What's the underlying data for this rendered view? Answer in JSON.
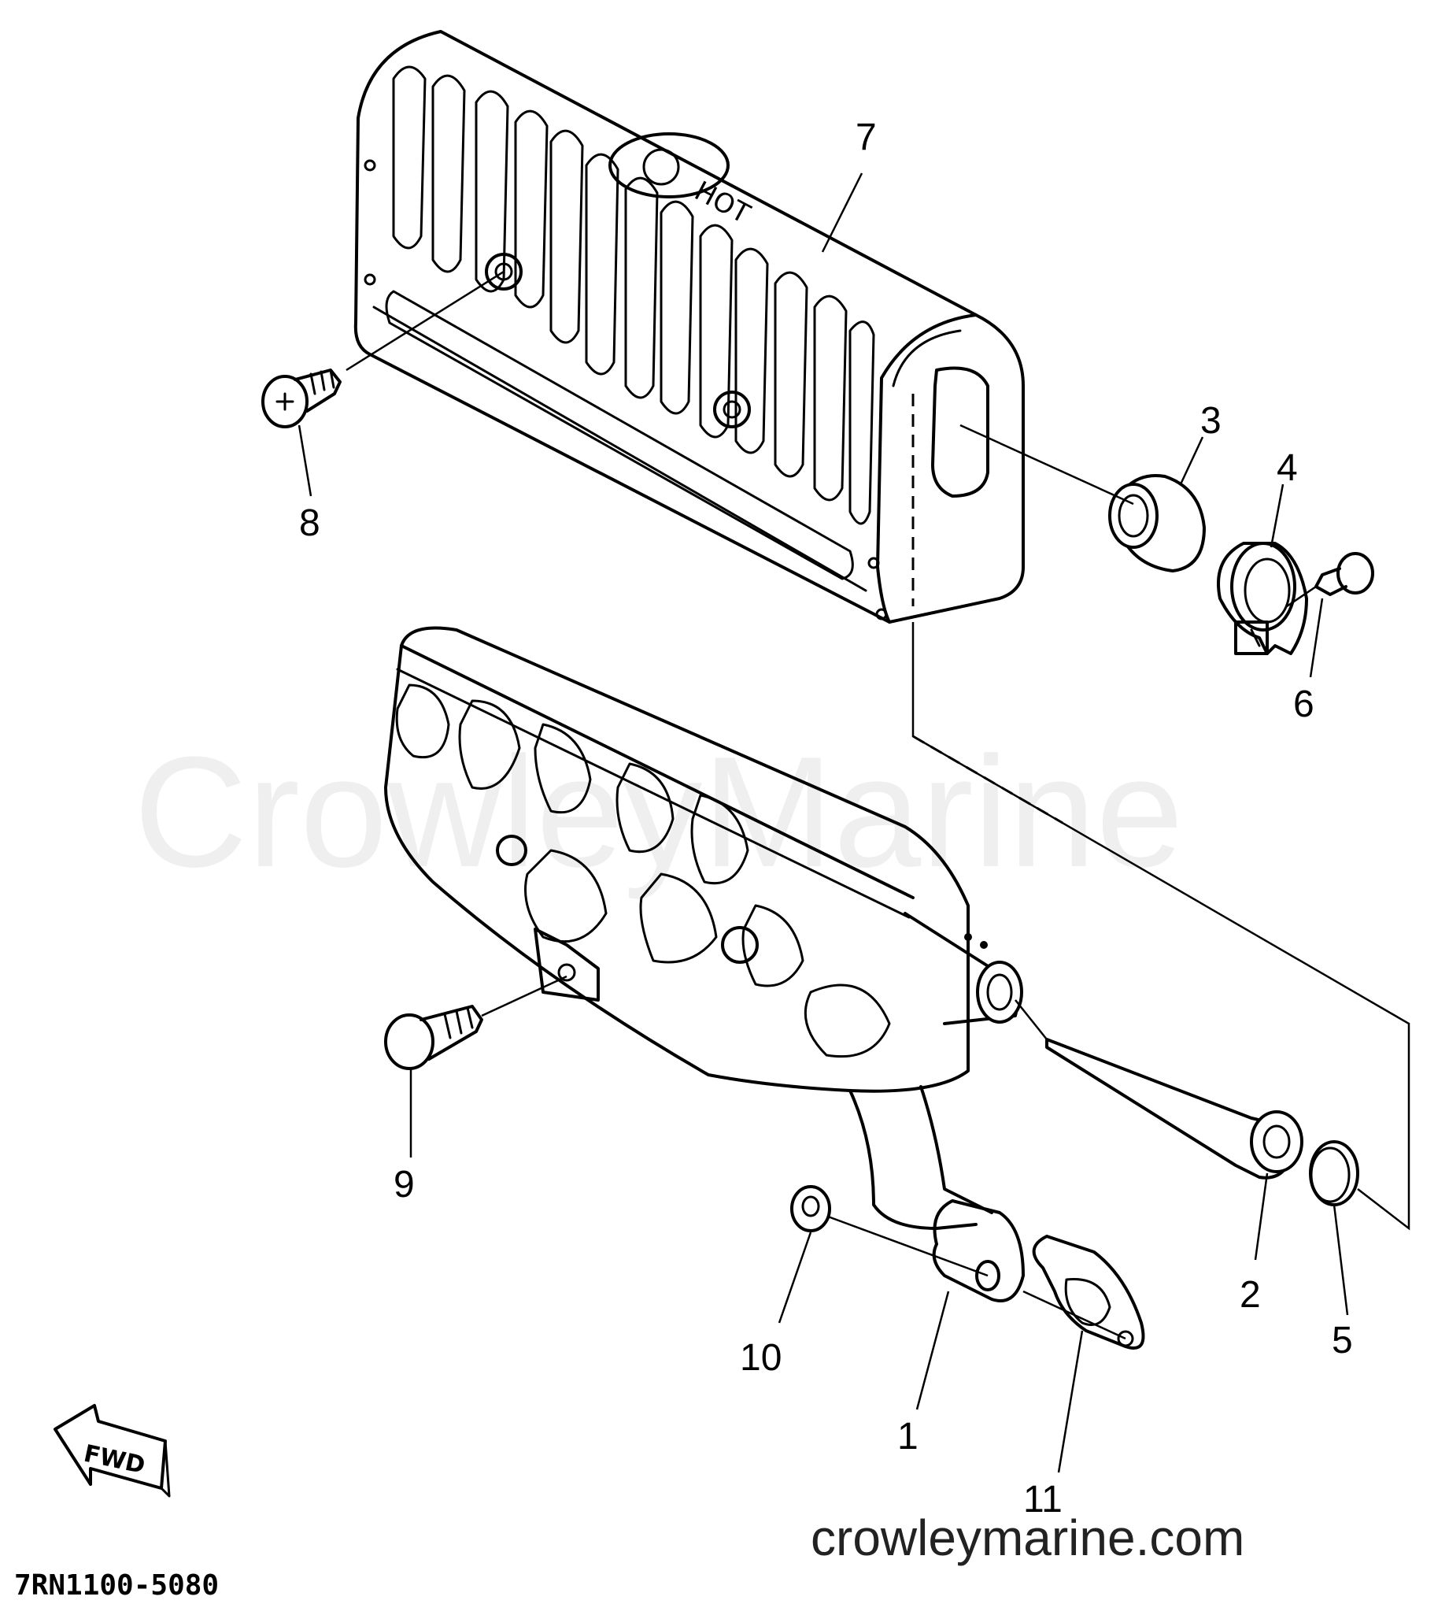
{
  "diagram": {
    "watermark": "CrowleyMarine",
    "website": "crowleymarine.com",
    "drawing_code": "7RN1100-5080",
    "direction_label": "FWD",
    "heat_label": "HOT",
    "part_numbers": [
      "1",
      "2",
      "3",
      "4",
      "5",
      "6",
      "7",
      "8",
      "9",
      "10",
      "11"
    ]
  }
}
